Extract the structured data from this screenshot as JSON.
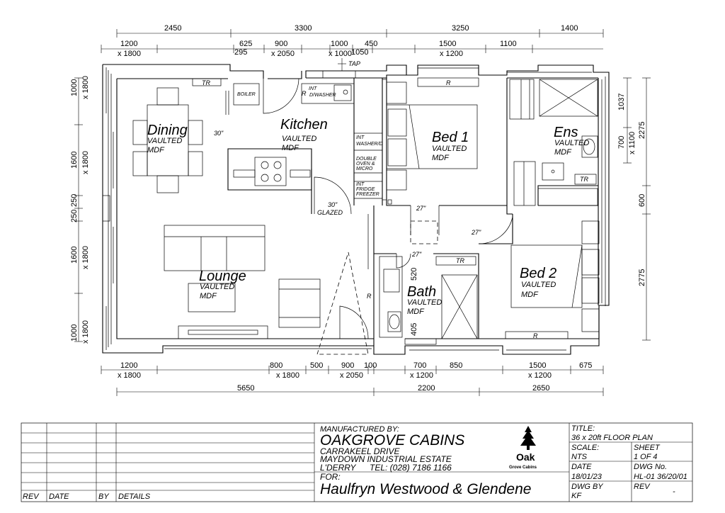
{
  "dimensions": {
    "top_outer": [
      "2450",
      "3300",
      "3250",
      "1400"
    ],
    "top_inner": [
      "1200",
      "625",
      "900",
      "1000",
      "450",
      "1500",
      "1100",
      "295",
      "1050"
    ],
    "top_openings": [
      "x 1800",
      "x 2050",
      "x 1000",
      "x 1200"
    ],
    "tap": "TAP",
    "bottom_outer": [
      "5650",
      "2200",
      "2650"
    ],
    "bottom_inner": [
      "1200",
      "800",
      "500",
      "900",
      "100",
      "700",
      "850",
      "1500",
      "675"
    ],
    "bottom_openings": [
      "x 1800",
      "x 1800",
      "x 2050",
      "x 1200",
      "x 1200"
    ],
    "left": [
      "1000",
      "1600",
      "250",
      "250",
      "1600",
      "1000"
    ],
    "left_openings": [
      "x 1800",
      "x 1800",
      "x 1800",
      "x 1800"
    ],
    "right": [
      "1037",
      "700",
      "2275",
      "600",
      "2775"
    ],
    "right_openings": [
      "x 1100"
    ],
    "internal": [
      "520",
      "405"
    ]
  },
  "rooms": {
    "dining": {
      "name": "Dining",
      "l1": "VAULTED",
      "l2": "MDF"
    },
    "kitchen": {
      "name": "Kitchen",
      "l1": "VAULTED",
      "l2": "MDF"
    },
    "bed1": {
      "name": "Bed 1",
      "l1": "VAULTED",
      "l2": "MDF"
    },
    "ens": {
      "name": "Ens",
      "l1": "VAULTED",
      "l2": "MDF"
    },
    "lounge": {
      "name": "Lounge",
      "l1": "VAULTED",
      "l2": "MDF"
    },
    "bath": {
      "name": "Bath",
      "l1": "VAULTED",
      "l2": "MDF"
    },
    "bed2": {
      "name": "Bed 2",
      "l1": "VAULTED",
      "l2": "MDF"
    }
  },
  "fixtures": {
    "tr": "TR",
    "r": "R",
    "boiler": "BOILER",
    "int": "INT",
    "dwasher": "D/WASHER",
    "washer": "WASHER/D",
    "double": "DOUBLE",
    "oven": "OVEN &",
    "micro": "MICRO",
    "fridge": "FRIDGE",
    "freezer": "FREEZER"
  },
  "doors": {
    "d30": "30\"",
    "d27": "27\"",
    "glazed": "GLAZED"
  },
  "title_block": {
    "rev_headers": [
      "REV",
      "DATE",
      "BY",
      "DETAILS"
    ],
    "manufactured_by_label": "MANUFACTURED BY:",
    "company": "OAKGROVE CABINS",
    "address1": "CARRAKEEL DRIVE",
    "address2": "MAYDOWN INDUSTRIAL ESTATE",
    "address3": "L'DERRY",
    "tel": "TEL: (028) 7186 1166",
    "for_label": "FOR:",
    "client": "Haulfryn Westwood & Glendene",
    "logo_main": "Oak",
    "logo_sub": "Grove Cabins",
    "title_label": "TITLE:",
    "title": "36 x 20ft FLOOR PLAN",
    "scale_label": "SCALE:",
    "scale": "NTS",
    "sheet_label": "SHEET",
    "sheet": "1 OF 4",
    "date_label": "DATE",
    "date": "18/01/23",
    "dwg_no_label": "DWG No.",
    "dwg_no": "HL-01 36/20/01",
    "dwg_by_label": "DWG BY",
    "dwg_by": "KF",
    "rev_label": "REV",
    "rev": "-"
  }
}
